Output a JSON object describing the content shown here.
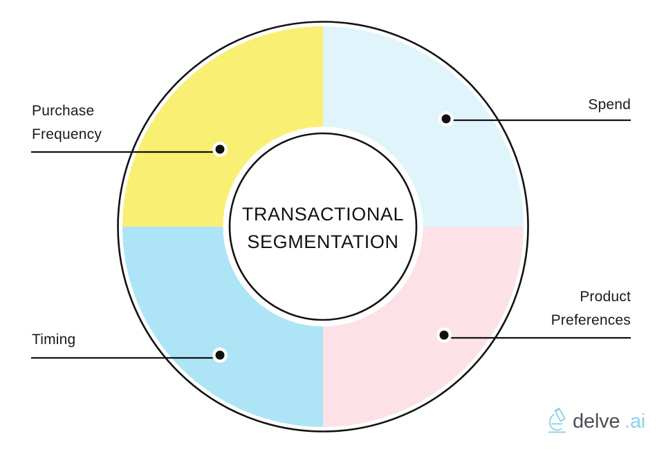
{
  "diagram": {
    "title_line1": "TRANSACTIONAL",
    "title_line2": "SEGMENTATION",
    "type": "donut-quadrant-infographic",
    "background_color": "#FFFFFF",
    "outline_color": "#111111",
    "center_fill": "#FFFFFF",
    "segments": [
      {
        "id": "purchase-frequency",
        "label_line1": "Purchase",
        "label_line2": "Frequency",
        "color": "#F9EF73",
        "quadrant": "top-left",
        "side": "left"
      },
      {
        "id": "spend",
        "label_line1": "Spend",
        "label_line2": "",
        "color": "#E0F4FB",
        "quadrant": "top-right",
        "side": "right"
      },
      {
        "id": "product-preferences",
        "label_line1": "Product",
        "label_line2": "Preferences",
        "color": "#FCE2E6",
        "quadrant": "bottom-right",
        "side": "right"
      },
      {
        "id": "timing",
        "label_line1": "Timing",
        "label_line2": "",
        "color": "#ADE5F7",
        "quadrant": "bottom-left",
        "side": "left"
      }
    ]
  },
  "branding": {
    "icon": "microscope-icon",
    "name": "delve",
    "suffix": ".ai",
    "name_color": "#4D4D55",
    "suffix_color": "#8ED2E8"
  }
}
